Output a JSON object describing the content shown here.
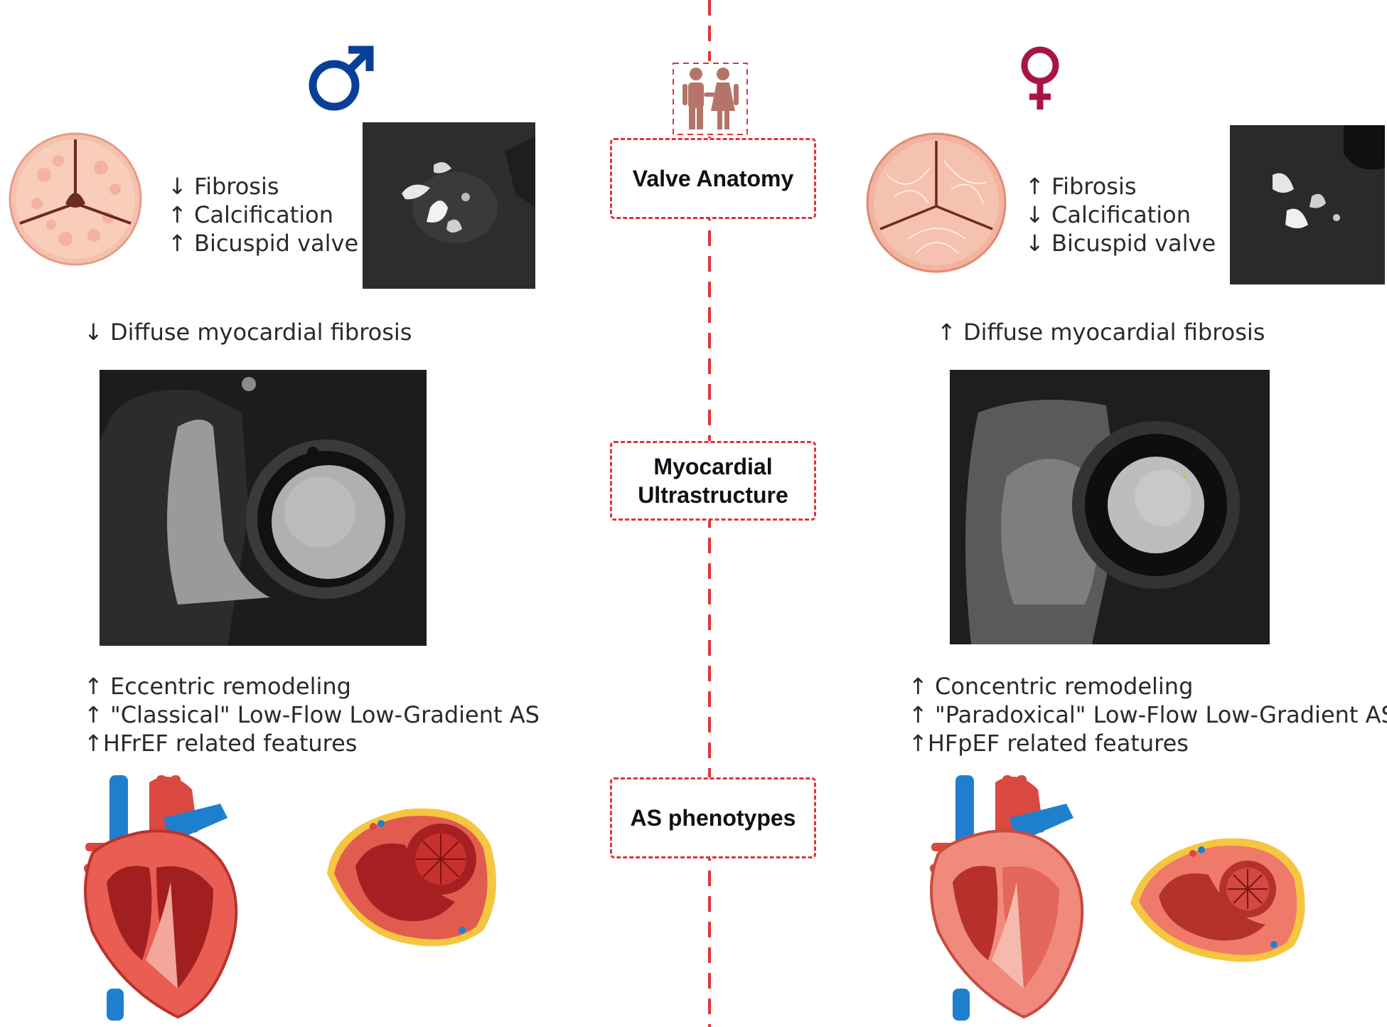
{
  "center": {
    "labels": {
      "valve_anatomy": "Valve Anatomy",
      "myocardial_line1": "Myocardial",
      "myocardial_line2": "Ultrastructure",
      "as_phenotypes": "AS phenotypes"
    },
    "icon": "couple-icon"
  },
  "male": {
    "symbol_icon": "male-symbol-icon",
    "color": "#0a3f99",
    "valve_traits": [
      "↓ Fibrosis",
      "↑ Calcification",
      "↑ Bicuspid valve"
    ],
    "fibrosis": "↓ Diffuse myocardial fibrosis",
    "phenotype_traits": [
      "↑ Eccentric remodeling",
      "↑ \"Classical\" Low-Flow Low-Gradient AS",
      "↑HFrEF related features"
    ]
  },
  "female": {
    "symbol_icon": "female-symbol-icon",
    "color": "#a8134a",
    "valve_traits": [
      "↑ Fibrosis",
      "↓ Calcification",
      "↓ Bicuspid valve"
    ],
    "fibrosis": "↑ Diffuse myocardial fibrosis",
    "phenotype_traits": [
      "↑ Concentric remodeling",
      "↑ \"Paradoxical\" Low-Flow Low-Gradient AS",
      "↑HFpEF related features"
    ]
  },
  "colors": {
    "divider": "#e0343c",
    "couple_icon": "#b5746a",
    "heart_red": "#d9493f",
    "heart_light": "#f08a7c",
    "vessel_blue": "#1f7fcf",
    "fat_yellow": "#f5c640",
    "valve_pink": "#f6b8a6"
  }
}
